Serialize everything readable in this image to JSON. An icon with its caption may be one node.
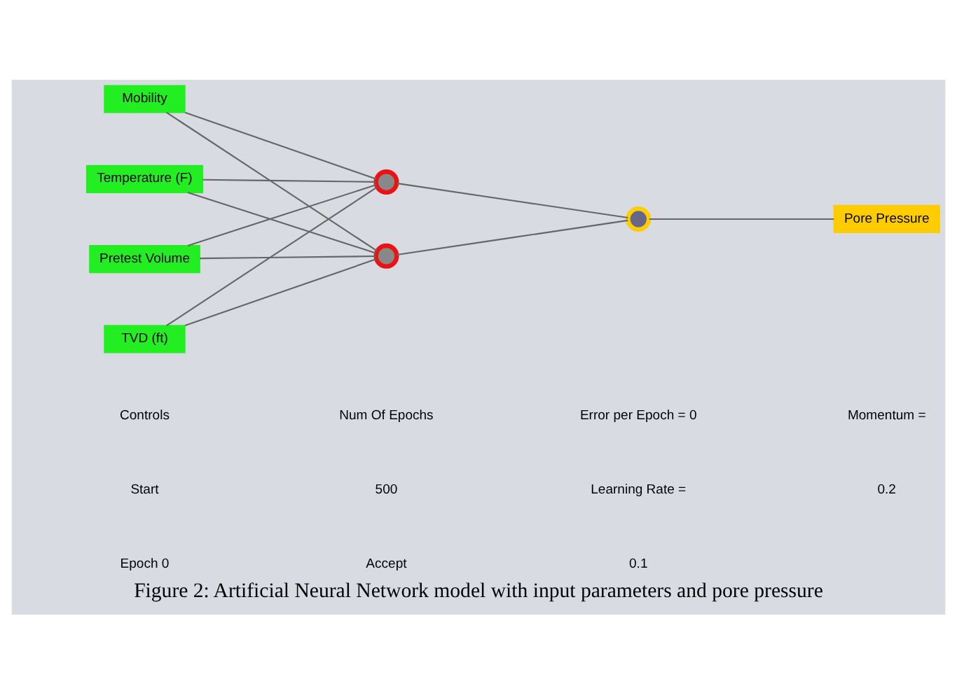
{
  "diagram": {
    "caption": "Figure 2: Artificial Neural Network model with input parameters and pore pressure",
    "nodes": [
      {
        "text": [
          "TVD (ft)"
        ]
      },
      {
        "text": [
          "Mobility"
        ]
      },
      {
        "text": [
          "Temperature (F)"
        ]
      },
      {
        "text": [
          "Pretest Volume"
        ]
      },
      {
        "text": [],
        "shape": "circle"
      },
      {
        "text": [],
        "shape": "circle"
      },
      {
        "text": [],
        "shape": "circle"
      },
      {
        "text": [
          "Pore Pressure"
        ]
      }
    ],
    "edges": [
      {
        "from": 0,
        "to": 4,
        "arrow": "none"
      },
      {
        "from": 0,
        "to": 5,
        "arrow": "none"
      },
      {
        "from": 1,
        "to": 4,
        "arrow": "none"
      },
      {
        "from": 1,
        "to": 5,
        "arrow": "none"
      },
      {
        "from": 2,
        "to": 4,
        "arrow": "none"
      },
      {
        "from": 2,
        "to": 5,
        "arrow": "none"
      },
      {
        "from": 3,
        "to": 4,
        "arrow": "none"
      },
      {
        "from": 3,
        "to": 5,
        "arrow": "none"
      },
      {
        "from": 4,
        "to": 6,
        "arrow": "none"
      },
      {
        "from": 5,
        "to": 6,
        "arrow": "none"
      },
      {
        "from": 6,
        "to": 7,
        "arrow": "none"
      }
    ],
    "labels": [
      "Controls",
      "Start",
      "Epoch 0",
      "Num Of Epochs",
      "500",
      "Accept",
      "Error per Epoch = 0",
      "Learning Rate =",
      "0.1",
      "Momentum =",
      "0.2"
    ]
  }
}
